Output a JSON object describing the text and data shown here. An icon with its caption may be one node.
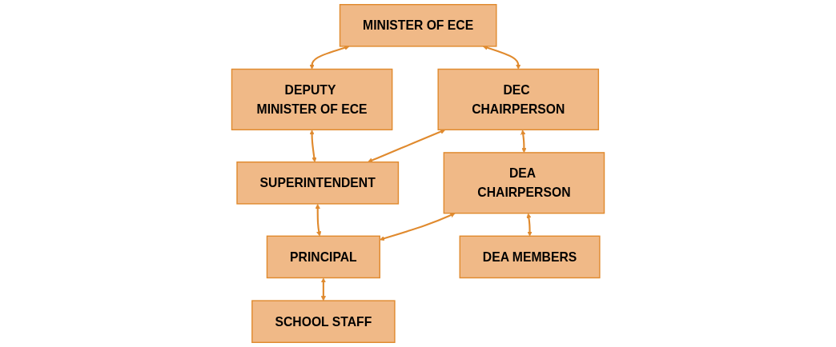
{
  "diagram": {
    "nodes": [
      {
        "text": [
          "MINISTER OF ECE"
        ]
      },
      {
        "text": [
          "DEPUTY MINISTER OF ECE"
        ]
      },
      {
        "text": [
          "DEC CHAIRPERSON"
        ]
      },
      {
        "text": [
          "SUPERINTENDENT"
        ]
      },
      {
        "text": [
          "DEA CHAIRPERSON"
        ]
      },
      {
        "text": [
          "PRINCIPAL"
        ]
      },
      {
        "text": [
          "DEA MEMBERS"
        ]
      },
      {
        "text": [
          "SCHOOL STAFF"
        ]
      }
    ],
    "edges": [
      {
        "from": 0,
        "to": 1,
        "arrow": "both"
      },
      {
        "from": 0,
        "to": 2,
        "arrow": "both"
      },
      {
        "from": 2,
        "to": 3,
        "arrow": "both"
      },
      {
        "from": 1,
        "to": 3,
        "arrow": "both"
      },
      {
        "from": 2,
        "to": 4,
        "arrow": "both"
      },
      {
        "from": 4,
        "to": 5,
        "arrow": "both"
      },
      {
        "from": 3,
        "to": 5,
        "arrow": "both"
      },
      {
        "from": 4,
        "to": 6,
        "arrow": "both"
      },
      {
        "from": 5,
        "to": 7,
        "arrow": "both"
      }
    ]
  }
}
